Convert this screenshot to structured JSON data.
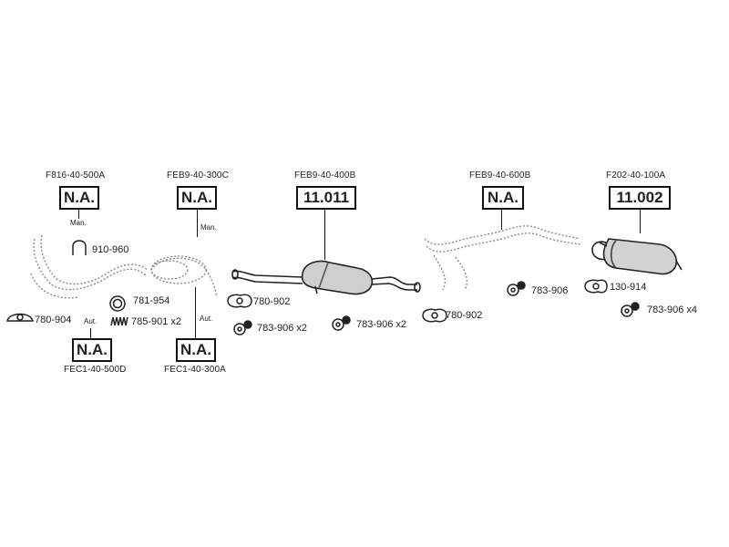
{
  "header": {
    "sections": [
      {
        "code": "F816-40-500A",
        "badge": "N.A.",
        "note": "Man."
      },
      {
        "code": "FEB9-40-300C",
        "badge": "N.A.",
        "note": "Man."
      },
      {
        "code": "FEB9-40-400B",
        "badge": "11.011"
      },
      {
        "code": "FEB9-40-600B",
        "badge": "N.A."
      },
      {
        "code": "F202-40-100A",
        "badge": "11.002"
      }
    ]
  },
  "footer": {
    "sections": [
      {
        "code": "FEC1-40-500D",
        "badge": "N.A.",
        "note": "Aut."
      },
      {
        "code": "FEC1-40-300A",
        "badge": "N.A.",
        "note": "Aut."
      }
    ]
  },
  "parts": [
    {
      "label": "910-960"
    },
    {
      "label": "781-954"
    },
    {
      "label": "780-904"
    },
    {
      "label": "785-901 x2"
    },
    {
      "label": "780-902"
    },
    {
      "label": "783-906 x2"
    },
    {
      "label": "783-906 x2"
    },
    {
      "label": "780-902"
    },
    {
      "label": "783-906"
    },
    {
      "label": "130-914"
    },
    {
      "label": "783-906 x4"
    }
  ]
}
